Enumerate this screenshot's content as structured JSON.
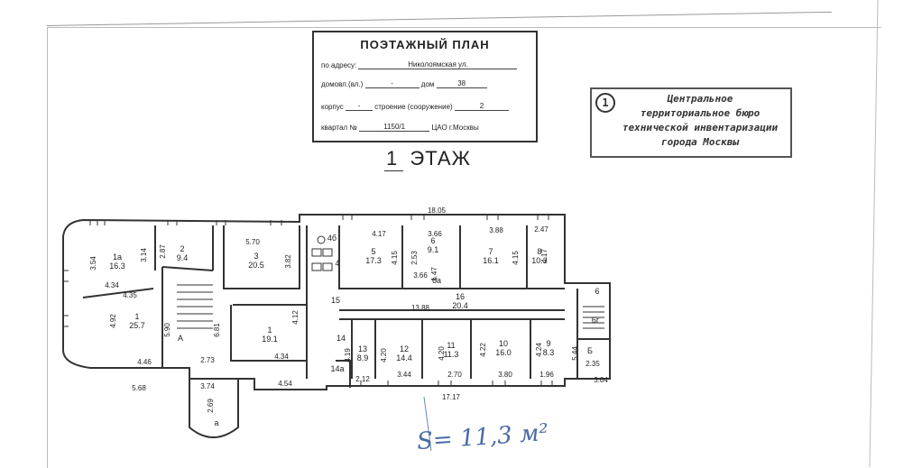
{
  "title_block": {
    "heading": "ПОЭТАЖНЫЙ ПЛАН",
    "address_label": "по адресу:",
    "address_value": "Николоямская ул.",
    "domovl_label": "домовл.(вл.)",
    "domovl_value": "-",
    "dom_label": "дом",
    "dom_value": "38",
    "korpus_label": "корпус",
    "korpus_value": "-",
    "stroenie_label": "строение (сооружение)",
    "stroenie_value": "2",
    "kvartal_label": "квартал №",
    "kvartal_value": "1150/1",
    "district": "ЦАО г.Москвы"
  },
  "stamp": {
    "number": "1",
    "lines": [
      "Центральное",
      "территориальное бюро",
      "технической инвентаризации",
      "города Москвы"
    ]
  },
  "floor": {
    "number": "1",
    "label": "ЭТАЖ"
  },
  "signature": "S= 11,3 м²",
  "plan": {
    "rooms": [
      {
        "id": "1а",
        "area": "16.3"
      },
      {
        "id": "2",
        "area": "9.4"
      },
      {
        "id": "3",
        "area": "20.5"
      },
      {
        "id": "1",
        "area": "25.7"
      },
      {
        "id": "А",
        "area": ""
      },
      {
        "id": "1",
        "area": "19.1"
      },
      {
        "id": "4б",
        "area": ""
      },
      {
        "id": "4",
        "area": ""
      },
      {
        "id": "5",
        "area": "17.3"
      },
      {
        "id": "6",
        "area": "9.1"
      },
      {
        "id": "6а",
        "area": ""
      },
      {
        "id": "7",
        "area": "16.1"
      },
      {
        "id": "8",
        "area": "10.3"
      },
      {
        "id": "15",
        "area": ""
      },
      {
        "id": "16",
        "area": "20.4"
      },
      {
        "id": "14",
        "area": ""
      },
      {
        "id": "13",
        "area": "8.9"
      },
      {
        "id": "12",
        "area": "14.4"
      },
      {
        "id": "11",
        "area": "11.3"
      },
      {
        "id": "10",
        "area": "16.0"
      },
      {
        "id": "9",
        "area": "8.3"
      },
      {
        "id": "14а",
        "area": ""
      },
      {
        "id": "6",
        "area": ""
      },
      {
        "id": "6г",
        "area": ""
      },
      {
        "id": "Б",
        "area": ""
      },
      {
        "id": "а",
        "area": ""
      }
    ],
    "dimensions": [
      "18.05",
      "5.70",
      "4.17",
      "3.66",
      "3.88",
      "2.47",
      "3.54",
      "3.14",
      "2.87",
      "3.82",
      "4.15",
      "2.53",
      "4.15",
      "4.17",
      "4.34",
      "4.35",
      "3.66",
      "1.47",
      "13.88",
      "4.92",
      "5.90",
      "6.81",
      "4.12",
      "4.19",
      "4.20",
      "4.20",
      "4.22",
      "4.24",
      "5.44",
      "4.46",
      "2.73",
      "4.34",
      "2.12",
      "3.44",
      "2.70",
      "3.80",
      "1.96",
      "2.35",
      "5.68",
      "3.74",
      "2.69",
      "4.54",
      "17.17",
      "3.04"
    ]
  }
}
